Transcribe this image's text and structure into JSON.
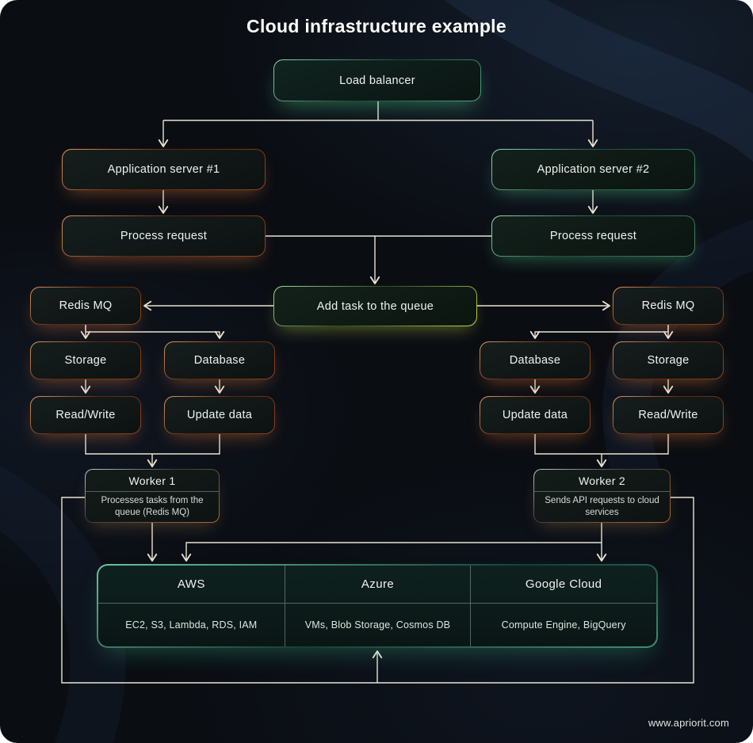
{
  "title": "Cloud infrastructure example",
  "footer": {
    "url": "www.apriorit.com"
  },
  "colors": {
    "line": "#eae3d2",
    "background": "#0a0d12",
    "accent_orange": "#d4763a",
    "accent_green": "#6fcf8f",
    "accent_lime": "#c9d84a",
    "accent_teal": "#3f9a78"
  },
  "nodes": {
    "load_balancer": {
      "label": "Load balancer"
    },
    "app_server_1": {
      "label": "Application server #1"
    },
    "app_server_2": {
      "label": "Application server #2"
    },
    "process_request_1": {
      "label": "Process request"
    },
    "process_request_2": {
      "label": "Process request"
    },
    "add_task": {
      "label": "Add task to the queue"
    },
    "redis_mq_left": {
      "label": "Redis MQ"
    },
    "redis_mq_right": {
      "label": "Redis MQ"
    },
    "storage_left": {
      "label": "Storage"
    },
    "storage_right": {
      "label": "Storage"
    },
    "database_left": {
      "label": "Database"
    },
    "database_right": {
      "label": "Database"
    },
    "read_write_left": {
      "label": "Read/Write"
    },
    "read_write_right": {
      "label": "Read/Write"
    },
    "update_data_left": {
      "label": "Update data"
    },
    "update_data_right": {
      "label": "Update data"
    },
    "worker_1": {
      "label": "Worker 1",
      "description": "Processes tasks from the queue (Redis MQ)"
    },
    "worker_2": {
      "label": "Worker 2",
      "description": "Sends API requests to cloud services"
    }
  },
  "cloud_providers": [
    {
      "name": "AWS",
      "services": "EC2, S3, Lambda, RDS, IAM"
    },
    {
      "name": "Azure",
      "services": "VMs, Blob Storage, Cosmos DB"
    },
    {
      "name": "Google Cloud",
      "services": "Compute Engine, BigQuery"
    }
  ]
}
